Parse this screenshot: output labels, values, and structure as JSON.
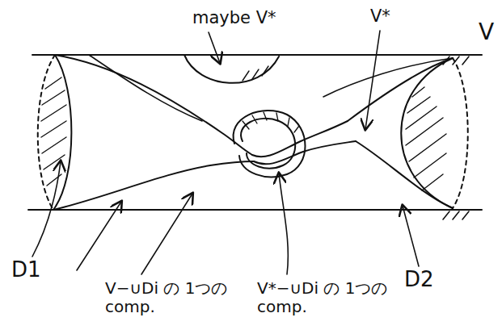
{
  "diagram": {
    "labels": [
      "maybe V*",
      "V*",
      "V",
      "D1",
      "D2",
      "V−∪Di の 1つの comp.",
      "V*−∪Di の 1つの comp."
    ]
  }
}
